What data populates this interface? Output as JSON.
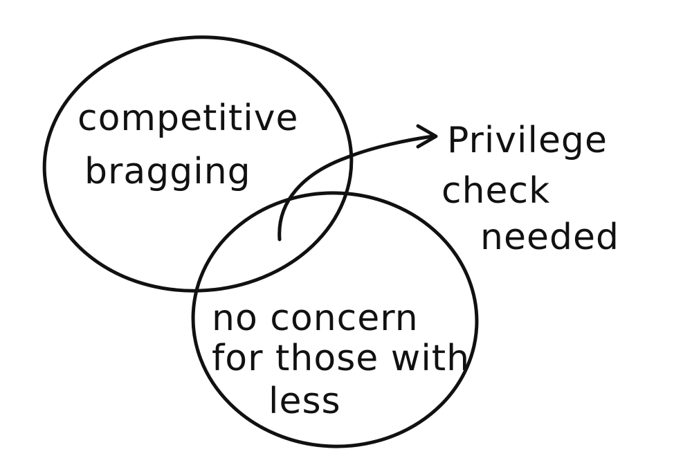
{
  "diagram": {
    "type": "venn",
    "ink_color": "#111111",
    "background_color": "#ffffff",
    "circles": [
      {
        "id": "top-left",
        "label_lines": [
          "competitive",
          "bragging"
        ]
      },
      {
        "id": "bottom",
        "label_lines": [
          "no concern",
          "for those with",
          "less"
        ]
      }
    ],
    "intersection_label_lines": [
      "Privilege",
      "check",
      "needed"
    ],
    "arrow": {
      "from": "intersection",
      "to": "intersection-label",
      "icon": "curved-arrow-icon"
    }
  }
}
